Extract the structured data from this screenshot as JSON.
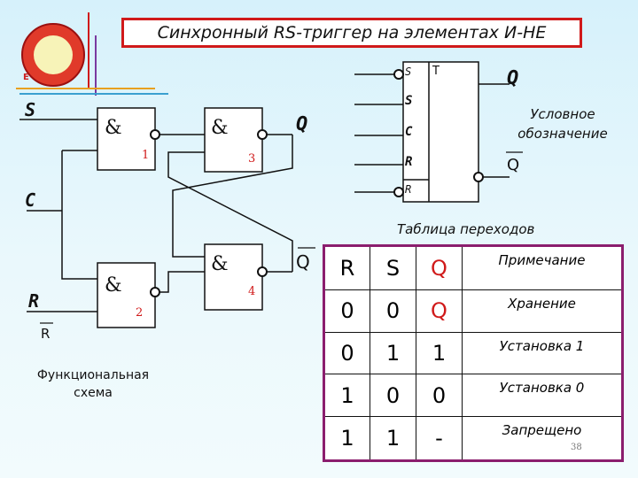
{
  "title": "Синхронный RS-триггер на элементах И-НЕ",
  "logo": {
    "icon": "cartoon-dog-logo",
    "letter": "E"
  },
  "inputs": {
    "s": "S",
    "c": "C",
    "r": "R",
    "r_bar": "R"
  },
  "gate_symbol": "&",
  "gate_numbers": [
    "1",
    "2",
    "3",
    "4"
  ],
  "outputs": {
    "q": "Q",
    "q_bar": "Q"
  },
  "functional_label": {
    "line1": "Функциональная",
    "line2": "схема"
  },
  "symbol": {
    "trigger_letter": "T",
    "pins": [
      "S",
      "S",
      "C",
      "R",
      "R"
    ],
    "out_q": "Q",
    "out_q_bar": "Q",
    "caption_line1": "Условное",
    "caption_line2": "обозначение"
  },
  "table": {
    "caption": "Таблица переходов",
    "headers": [
      "R",
      "S",
      "Q",
      "Примечание"
    ],
    "rows": [
      [
        "0",
        "0",
        "Q",
        "Хранение"
      ],
      [
        "0",
        "1",
        "1",
        "Установка 1"
      ],
      [
        "1",
        "0",
        "0",
        "Установка 0"
      ],
      [
        "1",
        "1",
        "-",
        "Запрещено"
      ]
    ]
  },
  "page_number": "38",
  "colors": {
    "title_border": "#d01a1a",
    "table_border": "#8b1e6e",
    "accent_red": "#d01a1a"
  }
}
